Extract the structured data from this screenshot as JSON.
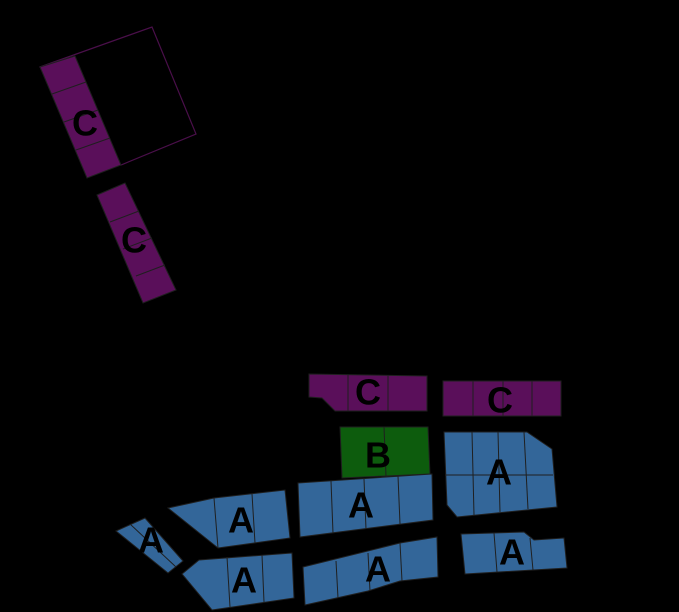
{
  "colors": {
    "background": "#000000",
    "zone_a": "#336699",
    "zone_b": "#0d5c0d",
    "zone_c": "#5a0f5a"
  },
  "labels": {
    "c_top": "C",
    "c_mid": "C",
    "c_row_left": "C",
    "c_row_right": "C",
    "b_block": "B",
    "a_right_upper": "A",
    "a_center_upper": "A",
    "a_left_upper": "A",
    "a_far_left": "A",
    "a_left_lower": "A",
    "a_center_lower": "A",
    "a_right_lower": "A"
  }
}
